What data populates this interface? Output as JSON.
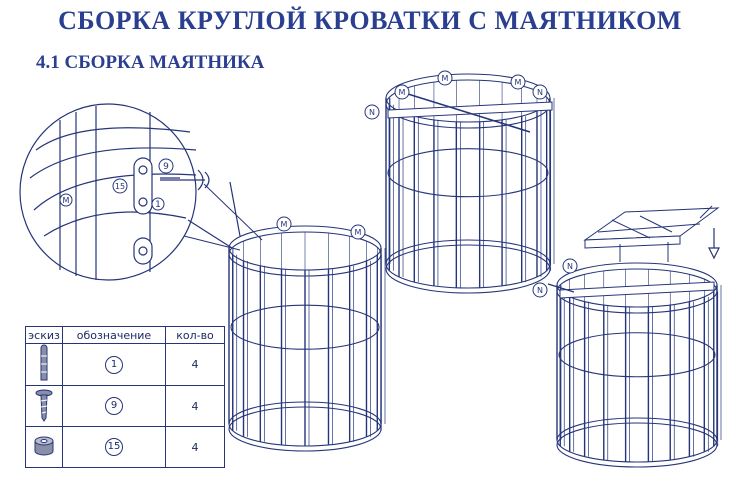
{
  "title": "СБОРКА КРУГЛОЙ КРОВАТКИ С МАЯТНИКОМ",
  "subtitle": "4.1 СБОРКА МАЯТНИКА",
  "callouts": {
    "m": "M",
    "n": "N"
  },
  "detail_refs": {
    "r9": "9",
    "r15": "15",
    "r1": "1"
  },
  "colors": {
    "heading": "#2a3f8f",
    "line": "#26357a"
  },
  "parts_table": {
    "headers": [
      "эскиз",
      "обозначение",
      "кол-во"
    ],
    "rows": [
      {
        "sketch_icon": "bolt-long-icon",
        "ref": "1",
        "qty": "4"
      },
      {
        "sketch_icon": "screw-icon",
        "ref": "9",
        "qty": "4"
      },
      {
        "sketch_icon": "washer-icon",
        "ref": "15",
        "qty": "4"
      }
    ]
  }
}
